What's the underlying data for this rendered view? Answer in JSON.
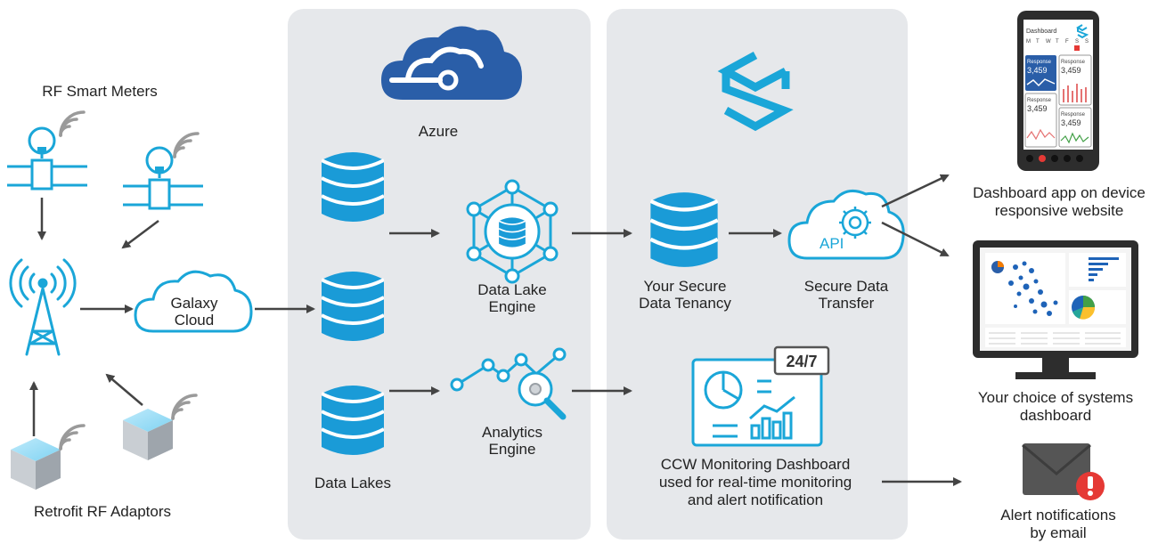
{
  "labels": {
    "rf_smart_meters": "RF Smart Meters",
    "galaxy_cloud_line1": "Galaxy",
    "galaxy_cloud_line2": "Cloud",
    "retrofit_adaptors": "Retrofit RF Adaptors",
    "azure": "Azure",
    "data_lakes": "Data Lakes",
    "data_lake_engine_line1": "Data Lake",
    "data_lake_engine_line2": "Engine",
    "analytics_engine_line1": "Analytics",
    "analytics_engine_line2": "Engine",
    "secure_tenancy_line1": "Your Secure",
    "secure_tenancy_line2": "Data Tenancy",
    "secure_transfer_line1": "Secure Data",
    "secure_transfer_line2": "Transfer",
    "api": "API",
    "badge_247": "24/7",
    "ccw_line1": "CCW Monitoring Dashboard",
    "ccw_line2": "used for real-time monitoring",
    "ccw_line3": "and alert notification",
    "phone_app_line1": "Dashboard app on device",
    "phone_app_line2": "responsive website",
    "systems_line1": "Your choice of systems",
    "systems_line2": "dashboard",
    "alert_line1": "Alert notifications",
    "alert_line2": "by email"
  },
  "phone": {
    "title": "Dashboard",
    "weekdays": [
      "M",
      "T",
      "W",
      "T",
      "F",
      "S",
      "S"
    ],
    "card_label": "Response",
    "card_value": "3,459"
  },
  "colors": {
    "accent_cyan": "#1aa6d8",
    "azure_blue": "#2a5ea8",
    "panel_gray": "#e6e8eb",
    "arrow": "#444444",
    "alert_red": "#e53935"
  }
}
